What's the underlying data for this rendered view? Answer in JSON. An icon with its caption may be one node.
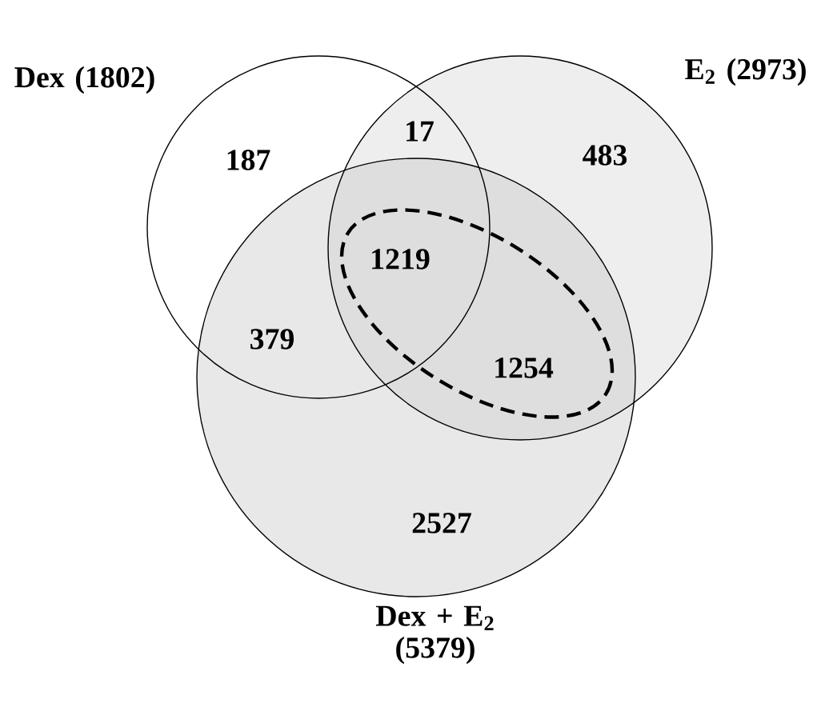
{
  "diagram": {
    "nodes": [
      {
        "text": [
          "Dex (1802)"
        ]
      },
      {
        "text": [
          "E$_{2}$ (2973)"
        ]
      },
      {
        "text": [
          "Dex + E$_{2}$ (5379)"
        ]
      },
      {
        "text": [],
        "shape": "ellipse"
      }
    ],
    "labels": [
      "187",
      "17",
      "483",
      "1219",
      "379",
      "1254",
      "2527"
    ]
  }
}
